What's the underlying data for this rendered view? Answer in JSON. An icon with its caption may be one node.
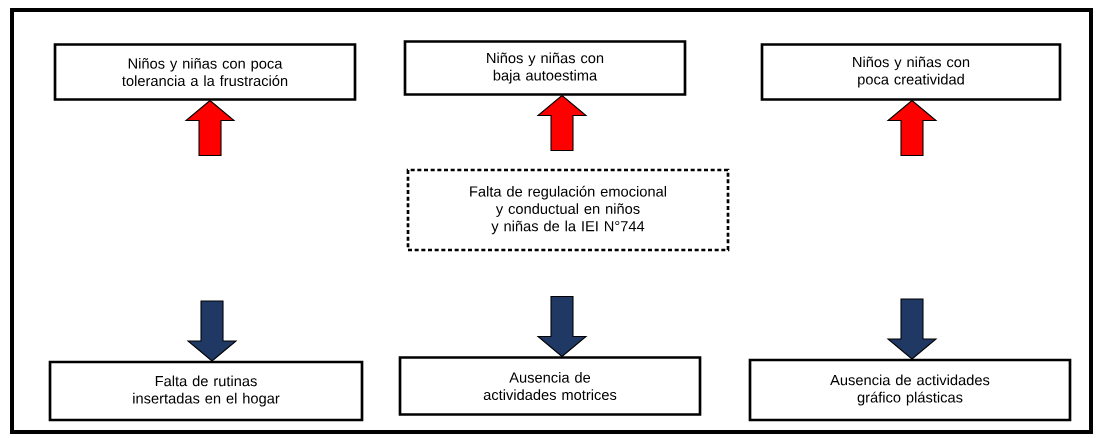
{
  "diagram": {
    "nodes": [
      {
        "text": [
          "Niños y niñas con poca tolerancia a la frustración"
        ]
      },
      {
        "text": [
          "Niños y niñas con baja autoestima"
        ]
      },
      {
        "text": [
          "Niños y niñas con poca creatividad"
        ]
      },
      {
        "text": [
          "Falta de regulación emocional y conductual en niños y niñas de la IEI N°744"
        ]
      },
      {
        "text": [
          "Falta de rutinas insertadas en el hogar"
        ]
      },
      {
        "text": [
          "Ausencia de actividades motrices"
        ]
      },
      {
        "text": [
          "Ausencia de actividades gráfico plásticas"
        ]
      }
    ],
    "edges": [
      {
        "from": null,
        "to": 0,
        "arrow": "to",
        "style": "thick",
        "color": "#ff0000"
      },
      {
        "from": null,
        "to": 1,
        "arrow": "to",
        "style": "thick",
        "color": "#ff0000"
      },
      {
        "from": null,
        "to": 2,
        "arrow": "to",
        "style": "thick",
        "color": "#ff0000"
      },
      {
        "from": null,
        "to": 4,
        "arrow": "to",
        "style": "thick",
        "color": "#1f3864"
      },
      {
        "from": null,
        "to": 5,
        "arrow": "to",
        "style": "thick",
        "color": "#1f3864"
      },
      {
        "from": null,
        "to": 6,
        "arrow": "to",
        "style": "thick",
        "color": "#1f3864"
      }
    ]
  }
}
